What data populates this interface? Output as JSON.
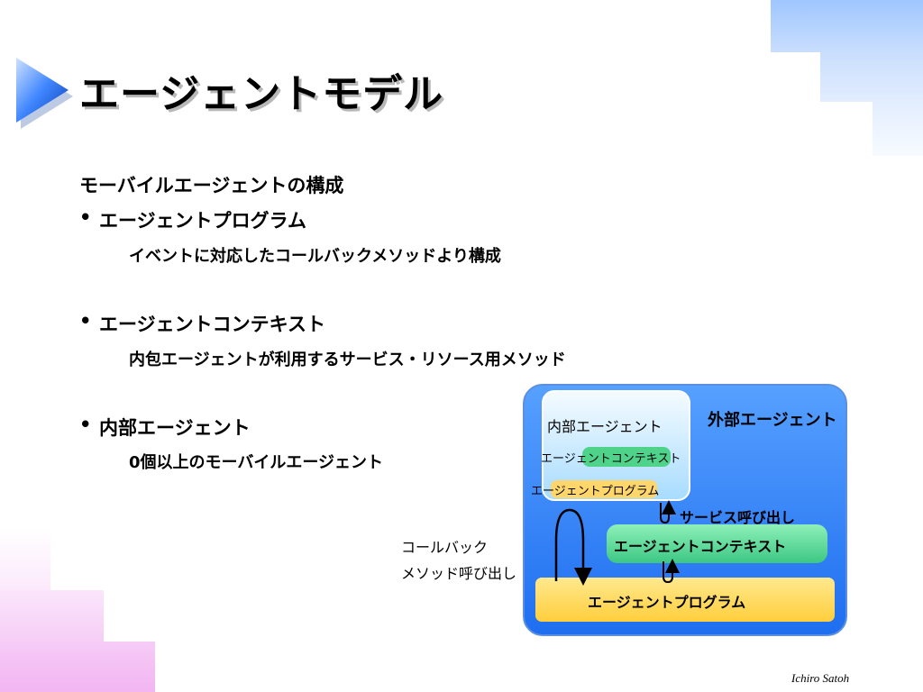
{
  "slide": {
    "title": "エージェントモデル",
    "heading": "モーバイルエージェントの構成",
    "bullets": [
      {
        "marker": "•",
        "label": "エージェントプログラム",
        "detail": "イベントに対応したコールバックメソッドより構成"
      },
      {
        "marker": "•",
        "label": "エージェントコンテキスト",
        "detail": "内包エージェントが利用するサービス・リソース用メソッド"
      },
      {
        "marker": "•",
        "label": "内部エージェント",
        "detail": "0個以上のモーバイルエージェント"
      }
    ],
    "footer": "Ichiro Satoh"
  },
  "diagram": {
    "outer_label": "外部エージェント",
    "inner_label": "内部エージェント",
    "inner_context_label": "エージェントコンテキスト",
    "inner_program_label": "エージェントプログラム",
    "service_call_label": "サービス呼び出し",
    "context_label": "エージェントコンテキスト",
    "program_label": "エージェントプログラム",
    "callback_label_line1": "コールバック",
    "callback_label_line2": "メソッド呼び出し"
  },
  "colors": {
    "outer_box": "#2f80f5",
    "inner_box": "#c8eaff",
    "context_green": "#49cf86",
    "program_yellow": "#ffd54a",
    "title_arrow": "#1f5fd6"
  },
  "icons": {
    "title_bullet": "triangle-arrow-icon"
  }
}
